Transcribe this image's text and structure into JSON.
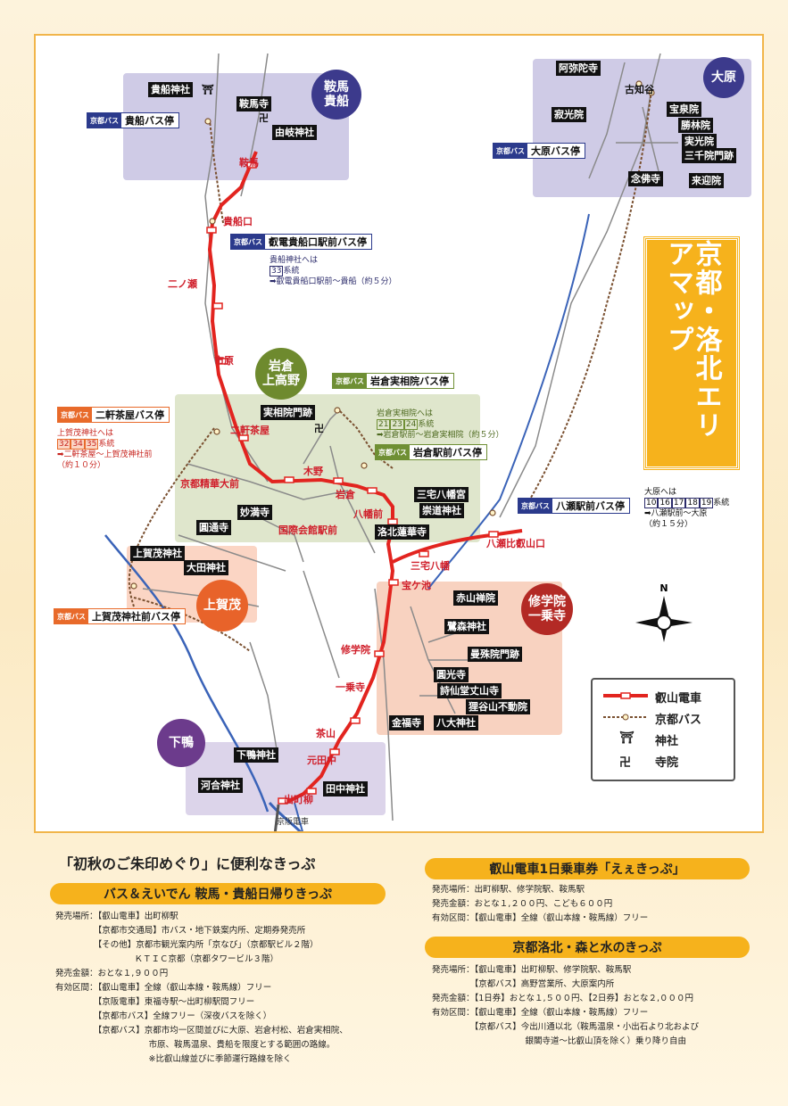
{
  "map": {
    "title": "京都・洛北エリアマップ",
    "areas": {
      "kurama": "鞍馬\n貴船",
      "ohara": "大原",
      "iwakura": "岩倉\n上高野",
      "shugakuin": "修学院\n一乗寺",
      "kamigamo": "上賀茂",
      "shimogamo": "下鴨"
    },
    "places": {
      "kifune_jinja": "貴船神社",
      "kuramadera": "鞍馬寺",
      "yuki_jinja": "由岐神社",
      "amidaji": "阿弥陀寺",
      "koshidani": "古知谷",
      "jakkoin": "寂光院",
      "hosenin": "宝泉院",
      "shorinin": "勝林院",
      "jikkoin": "実光院",
      "sanzenin": "三千院門跡",
      "nenbutsuji": "念佛寺",
      "raigoin": "来迎院",
      "jissoin": "実相院門跡",
      "myomanji": "妙満寺",
      "entsuji": "圓通寺",
      "miyake_hachimangu": "三宅八幡宮",
      "sudo_jinja": "崇道神社",
      "rakuhoku_rengeji": "洛北蓮華寺",
      "kamigamo_jinja": "上賀茂神社",
      "ota_jinja": "大田神社",
      "sekizan_zenin": "赤山禅院",
      "sagimori_jinja": "鷺森神社",
      "manshuin": "曼殊院門跡",
      "enkoji": "圓光寺",
      "shisendo": "詩仙堂丈山寺",
      "tanukidani": "狸谷山不動院",
      "konpukuji": "金福寺",
      "hachidai_jinja": "八大神社",
      "shimogamo_jinja": "下鴨神社",
      "kawai_jinja": "河合神社",
      "tanaka_jinja": "田中神社"
    },
    "stations": {
      "kurama": "鞍馬",
      "kibuneguchi": "貴船口",
      "ninose": "二ノ瀬",
      "ichihara": "市原",
      "nikenchaya": "二軒茶屋",
      "kyoto_seika": "京都精華大前",
      "kino": "木野",
      "iwakura": "岩倉",
      "hachimanmae": "八幡前",
      "kokusai_kaikan": "国際会館駅前",
      "yase_hieizanguchi": "八瀬比叡山口",
      "miyake_hachiman": "三宅八幡",
      "takaragaike": "宝ケ池",
      "shugakuin": "修学院",
      "ichijoji": "一乗寺",
      "chayama": "茶山",
      "mototanaka": "元田中",
      "demachiyanagi": "出町柳",
      "keihan": "京阪電車"
    },
    "bus_tag": "京都バス",
    "bus_stops": {
      "kifune": "貴船バス停",
      "eiden_kibuneguchi": "叡電貴船口駅前バス停",
      "ohara": "大原バス停",
      "jissoin": "岩倉実相院バス停",
      "nikenchaya": "二軒茶屋バス停",
      "iwakura_eki": "岩倉駅前バス停",
      "yase_eki": "八瀬駅前バス停",
      "kamigamo": "上賀茂神社前バス停"
    },
    "notes": {
      "kifune_head": "貴船神社へは",
      "kifune_route": "33",
      "kifune_suffix": "系統",
      "kifune_desc": "➡叡電貴船口駅前～貴船（約５分）",
      "jissoin_head": "岩倉実相院へは",
      "jissoin_routes": [
        "21",
        "23",
        "24"
      ],
      "jissoin_suffix": "系統",
      "jissoin_desc": "➡岩倉駅前～岩倉実相院（約５分）",
      "kamigamo_head": "上賀茂神社へは",
      "kamigamo_routes": [
        "32",
        "34",
        "35"
      ],
      "kamigamo_suffix": "系統",
      "kamigamo_desc1": "➡二軒茶屋～上賀茂神社前",
      "kamigamo_desc2": "（約１０分）",
      "ohara_head": "大原へは",
      "ohara_routes": [
        "10",
        "16",
        "17",
        "18",
        "19"
      ],
      "ohara_suffix": "系統",
      "ohara_desc1": "➡八瀬駅前～大原",
      "ohara_desc2": "（約１５分）"
    },
    "compass_n": "N",
    "legend": {
      "eiden": "叡山電車",
      "kyotobus": "京都バス",
      "shrine": "神社",
      "temple": "寺院"
    },
    "colors": {
      "rail": "#e2241f",
      "bus": "#7a5030",
      "river": "#3a63b8",
      "frame": "#f1b54a",
      "title": "#f6b21c"
    }
  },
  "tickets": {
    "intro": "「初秋のご朱印めぐり」に便利なきっぷ",
    "t1": {
      "title": "バス＆えいでん 鞍馬・貴船日帰りきっぷ",
      "lines": [
        "発売場所：【叡山電車】出町柳駅",
        "　　　　　【京都市交通局】市バス・地下鉄案内所、定期券発売所",
        "　　　　　【その他】京都市観光案内所「京なび」（京都駅ビル２階）",
        "　　　　　　　　　 ＫＴＩＣ京都（京都タワービル３階）",
        "発売金額：おとな１,９００円",
        "有効区間：【叡山電車】全線（叡山本線・鞍馬線）フリー",
        "　　　　　【京阪電車】東福寺駅～出町柳駅間フリー",
        "　　　　　【京都市バス】全線フリー（深夜バスを除く）",
        "　　　　　【京都バス】京都市均一区間並びに大原、岩倉村松、岩倉実相院、",
        "　　　　　　　　　　　市原、鞍馬温泉、貴船を限度とする範囲の路線。",
        "　　　　　　　　　　　※比叡山線並びに季節運行路線を除く"
      ]
    },
    "t2": {
      "title": "叡山電車1日乗車券「えぇきっぷ」",
      "lines": [
        "発売場所：出町柳駅、修学院駅、鞍馬駅",
        "発売金額：おとな１,２００円、こども６００円",
        "有効区間：【叡山電車】全線（叡山本線・鞍馬線）フリー"
      ]
    },
    "t3": {
      "title": "京都洛北・森と水のきっぷ",
      "lines": [
        "発売場所：【叡山電車】出町柳駅、修学院駅、鞍馬駅",
        "　　　　　【京都バス】高野営業所、大原案内所",
        "発売金額：【1日券】おとな１,５００円、【2日券】おとな２,０００円",
        "有効区間：【叡山電車】全線（叡山本線・鞍馬線）フリー",
        "　　　　　【京都バス】今出川通以北（鞍馬温泉・小出石より北および",
        "　　　　　　　　　　　銀閣寺道～比叡山頂を除く）乗り降り自由"
      ]
    }
  }
}
